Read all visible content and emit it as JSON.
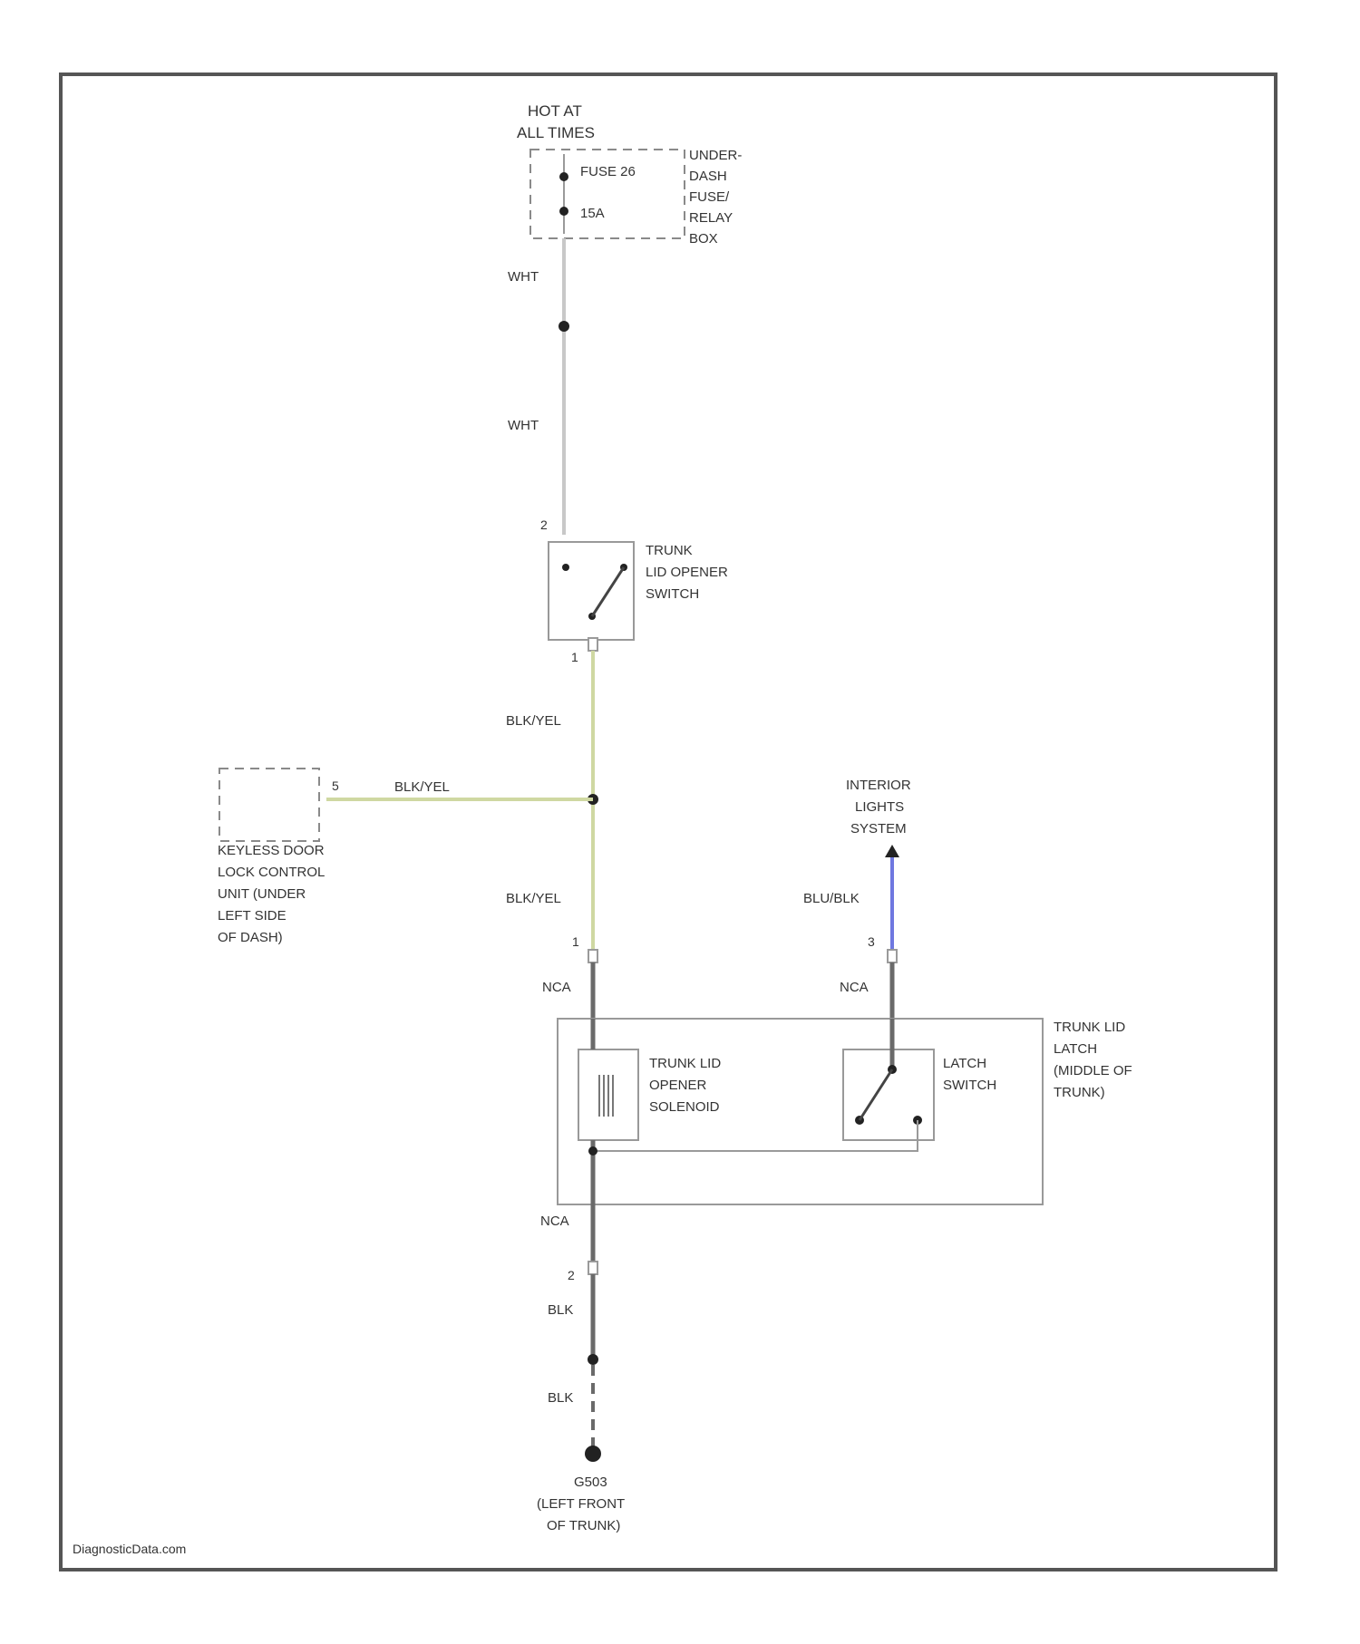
{
  "power": {
    "hot_line1": "HOT AT",
    "hot_line2": "ALL TIMES",
    "fuse_name": "FUSE 26",
    "fuse_amp": "15A",
    "box_label": [
      "UNDER-",
      "DASH",
      "FUSE/",
      "RELAY",
      "BOX"
    ]
  },
  "wires": {
    "wht_upper": "WHT",
    "wht_lower": "WHT",
    "blkyel_upper": "BLK/YEL",
    "blkyel_keyless": "BLK/YEL",
    "blkyel_lower": "BLK/YEL",
    "blublk": "BLU/BLK",
    "nca_left": "NCA",
    "nca_right": "NCA",
    "nca_bottom": "NCA",
    "blk_upper": "BLK",
    "blk_lower": "BLK"
  },
  "pins": {
    "switch_top": "2",
    "switch_bottom": "1",
    "keyless": "5",
    "solenoid_in": "1",
    "latch_in": "3",
    "latch_out": "2"
  },
  "components": {
    "opener_switch": [
      "TRUNK",
      "LID OPENER",
      "SWITCH"
    ],
    "keyless_unit": [
      "KEYLESS DOOR",
      "LOCK CONTROL",
      "UNIT (UNDER",
      "LEFT SIDE",
      "OF DASH)"
    ],
    "interior_lights": [
      "INTERIOR",
      "LIGHTS",
      "SYSTEM"
    ],
    "trunk_latch": [
      "TRUNK LID",
      "LATCH",
      "(MIDDLE OF",
      "TRUNK)"
    ],
    "solenoid": [
      "TRUNK LID",
      "OPENER",
      "SOLENOID"
    ],
    "latch_switch": [
      "LATCH",
      "SWITCH"
    ],
    "ground": [
      "G503",
      "(LEFT FRONT",
      "OF TRUNK)"
    ]
  },
  "watermark": "DiagnosticData.com",
  "colors": {
    "wht": "#c8c8c8",
    "blkyel": "#cfd8a2",
    "blublk": "#6f78e0",
    "blk": "#6a6a6a"
  }
}
